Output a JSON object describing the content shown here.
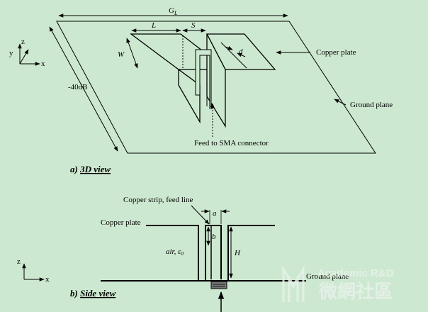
{
  "top": {
    "dimension_gl": "G",
    "dimension_gl_sub": "L",
    "dimension_l": "L",
    "dimension_s": "S",
    "dimension_w": "W",
    "dimension_d": "d",
    "gap_label": "-40dB",
    "copper_plate_label": "Copper plate",
    "ground_plane_label": "Ground plane",
    "feed_label": "Feed to SMA connector",
    "caption_prefix": "a) ",
    "caption_text": "3D view",
    "axes": {
      "z": "z",
      "y": "y",
      "x": "x"
    }
  },
  "side": {
    "strip_label": "Copper strip, feed line",
    "copper_plate_label": "Copper plate",
    "ground_plane_label": "Ground plane",
    "dim_a": "a",
    "dim_b": "b",
    "dim_h": "H",
    "air_label": "air, ε",
    "air_sub": "0",
    "caption_prefix": "b) ",
    "caption_text": "Side view",
    "axes": {
      "z": "z",
      "x": "x"
    }
  },
  "watermark": {
    "line1": "Academic R&D",
    "line2": "微網社區"
  },
  "colors": {
    "background": "#cde8d0",
    "ink": "#000000"
  }
}
